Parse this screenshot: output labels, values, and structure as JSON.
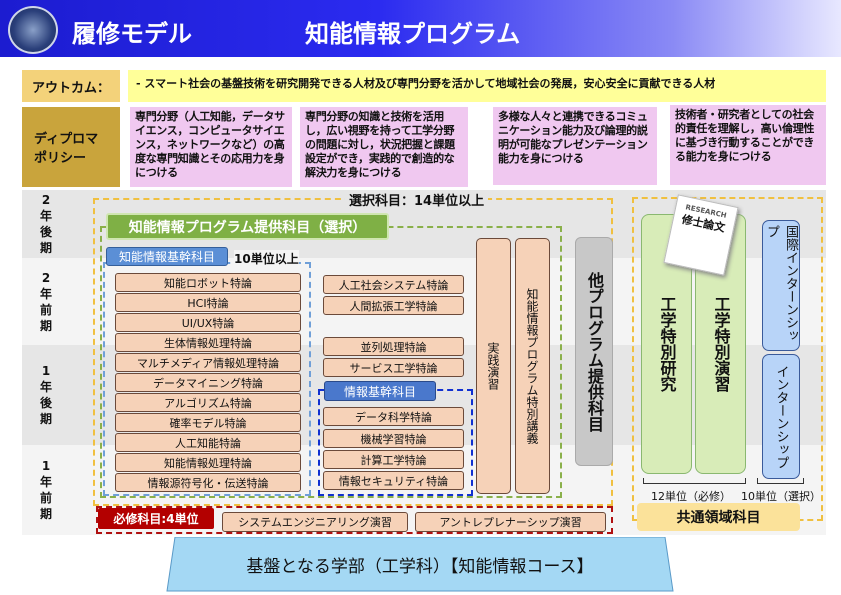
{
  "header": {
    "title_left": "履修モデル",
    "title_right": "知能情報プログラム"
  },
  "outcome": {
    "label": "アウトカム：",
    "text": "- スマート社会の基盤技術を研究開発できる人材及び専門分野を活かして地域社会の発展，安心安全に貢献できる人材"
  },
  "diploma": {
    "label": "ディプロマポリシー",
    "items": [
      "専門分野（人工知能，データサイエンス，コンピュータサイエンス，ネットワークなど）の高度な専門知識とその応用力を身につける",
      "専門分野の知識と技術を活用し，広い視野を持って工学分野の問題に対し，状況把握と課題設定ができ，実践的で創造的な解決力を身につける",
      "多様な人々と連携できるコミュニケーション能力及び論理的説明が可能なプレゼンテーション能力を身につける",
      "技術者・研究者としての社会的責任を理解し，高い倫理性に基づき行動することができる能力を身につける"
    ]
  },
  "years": [
    "2年後期",
    "2年前期",
    "1年後期",
    "1年前期"
  ],
  "elective": {
    "label": "選択科目：14単位以上",
    "program_title": "知能情報プログラム提供科目（選択）",
    "core_label": "知能情報基幹科目",
    "core_req": "10単位以上",
    "core_courses": [
      "知能ロボット特論",
      "HCI特論",
      "UI/UX特論",
      "生体情報処理特論",
      "マルチメディア情報処理特論",
      "データマイニング特論",
      "アルゴリズム特論",
      "確率モデル特論",
      "人工知能特論",
      "知能情報処理特論",
      "情報源符号化・伝送特論"
    ],
    "other_courses": [
      "人工社会システム特論",
      "人間拡張工学特論",
      "並列処理特論",
      "サービス工学特論"
    ],
    "info_label": "情報基幹科目",
    "info_courses": [
      "データ科学特論",
      "機械学習特論",
      "計算工学特論",
      "情報セキュリティ特論"
    ],
    "practice": "実践演習",
    "special_lecture": "知能情報プログラム特別講義",
    "other_program": "他プログラム提供科目"
  },
  "common": {
    "research": "工学特別研究",
    "seminar": "工学特別演習",
    "paper_title": "修士論文",
    "paper_head": "RESEARCH",
    "intl": "国際インターンシップ",
    "intern": "インターンシップ",
    "req12": "12単位（必修）",
    "sel10": "10単位（選択）",
    "label": "共通領域科目"
  },
  "required": {
    "label": "必修科目:4単位",
    "courses": [
      "システムエンジニアリング演習",
      "アントレプレナーシップ演習"
    ]
  },
  "foundation": "基盤となる学部（工学科）【知能情報コース】"
}
